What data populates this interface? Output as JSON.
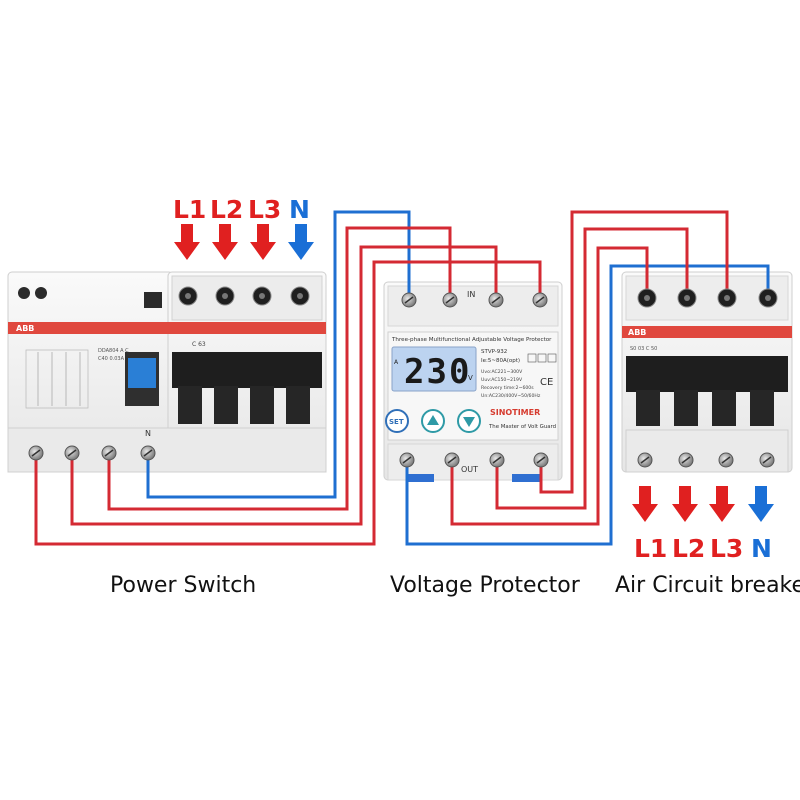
{
  "colors": {
    "live_wire": "#d42a33",
    "neutral_wire": "#1f6fd1",
    "arrow_red": "#e02020",
    "arrow_blue": "#1a6fd6",
    "device_body": "#f1f1f1",
    "device_band": "#e0483e",
    "lcd": "#bcd3f0"
  },
  "captions": {
    "power_switch": "Power  Switch",
    "voltage_protector": "Voltage Protector",
    "air_breaker": "Air Circuit breaker"
  },
  "top_phases": [
    "L1",
    "L2",
    "L3",
    "N"
  ],
  "bottom_phases": [
    "L1",
    "L2",
    "L3",
    "N"
  ],
  "power_switch": {
    "brand": "ABB",
    "spec_lines": [
      "DDA804 A C",
      "C40 0.03A"
    ],
    "breaker_rating": "C 63",
    "terminal_n": "N"
  },
  "protector": {
    "title": "Three-phase Multifunctional Adjustable Voltage Protector",
    "display_value": "230",
    "display_unit_left": "A",
    "display_unit_right": "V",
    "model": "STVP-932",
    "current": "Ie:5~80A(opt)",
    "spec_lines": [
      "Uvo:AC221~300V",
      "Uuv:AC150~219V",
      "Recovery time:2~600s",
      "Un:AC230/400V~50/60Hz"
    ],
    "brand": "SINOTIMER",
    "tagline": "The Master of Volt Guard",
    "set_label": "SET",
    "in_label": "IN",
    "out_label": "OUT"
  },
  "air_breaker": {
    "brand": "ABB",
    "rating": "S0 03 C 50"
  }
}
